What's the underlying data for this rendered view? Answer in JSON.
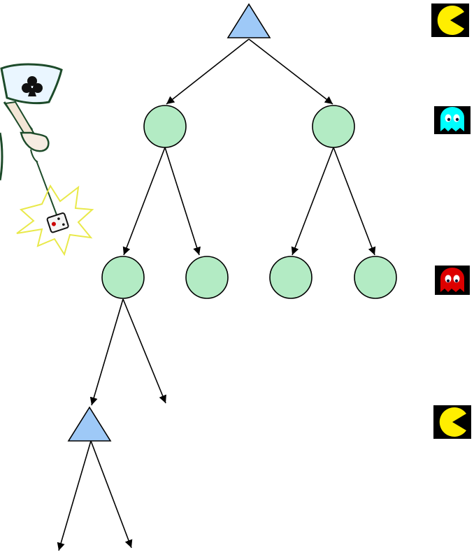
{
  "diagram": {
    "kind": "expectimax-game-tree",
    "nodes": [
      {
        "id": "root",
        "type": "max",
        "shape": "triangle"
      },
      {
        "id": "c1",
        "type": "chance",
        "shape": "circle"
      },
      {
        "id": "c2",
        "type": "chance",
        "shape": "circle"
      },
      {
        "id": "c11",
        "type": "chance",
        "shape": "circle"
      },
      {
        "id": "c12",
        "type": "chance",
        "shape": "circle"
      },
      {
        "id": "c21",
        "type": "chance",
        "shape": "circle"
      },
      {
        "id": "c22",
        "type": "chance",
        "shape": "circle"
      },
      {
        "id": "m1",
        "type": "max",
        "shape": "triangle"
      }
    ],
    "edges": [
      [
        "root",
        "c1"
      ],
      [
        "root",
        "c2"
      ],
      [
        "c1",
        "c11"
      ],
      [
        "c1",
        "c12"
      ],
      [
        "c2",
        "c21"
      ],
      [
        "c2",
        "c22"
      ],
      [
        "c11",
        "m1"
      ],
      [
        "c11",
        "open"
      ],
      [
        "m1",
        "open"
      ],
      [
        "m1",
        "open"
      ]
    ],
    "level_icons": [
      {
        "level": 0,
        "icon": "pacman-icon"
      },
      {
        "level": 1,
        "icon": "cyan-ghost-icon"
      },
      {
        "level": 2,
        "icon": "red-ghost-icon"
      },
      {
        "level": 3,
        "icon": "pacman-icon"
      }
    ],
    "illustration": "hand-dropping-dice-icon",
    "colors": {
      "max_node": "#9ec9f7",
      "chance_node": "#b3ebc4",
      "edge": "#000000",
      "pacman": "#ffee00",
      "cyan_ghost": "#00ffff",
      "red_ghost": "#dd0000"
    }
  }
}
